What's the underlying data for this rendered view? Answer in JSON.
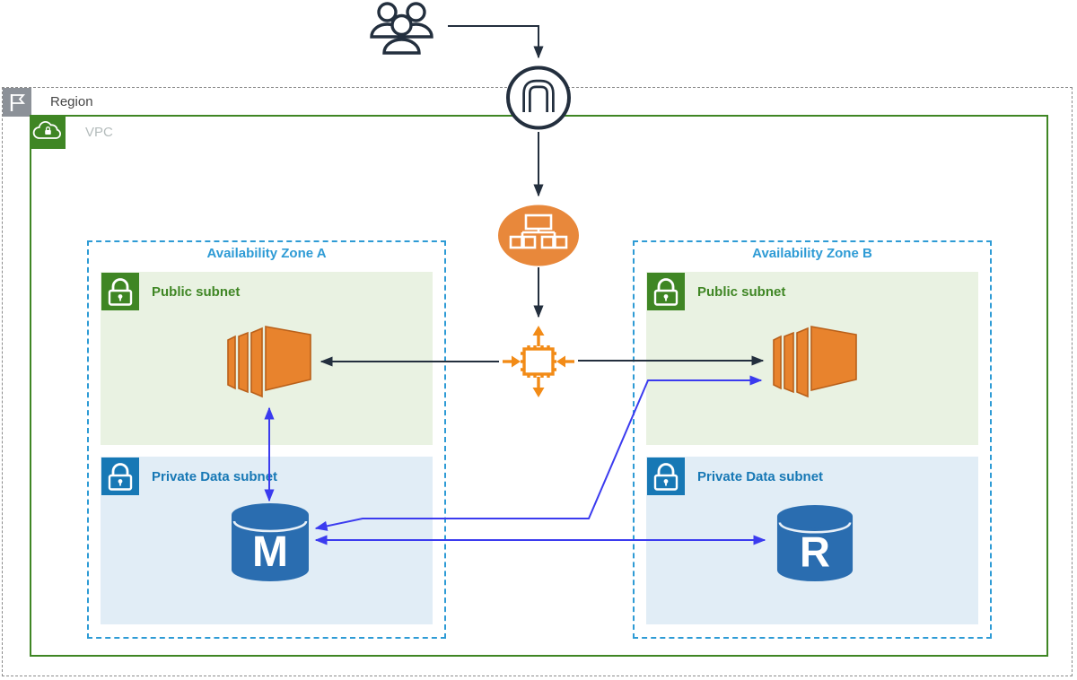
{
  "diagram": {
    "region": {
      "label": "Region",
      "icon": "region-flag-icon"
    },
    "vpc": {
      "label": "VPC",
      "icon": "vpc-cloud-icon"
    },
    "zones": [
      {
        "title": "Availability Zone A",
        "subnets": [
          {
            "label": "Public subnet",
            "type": "public",
            "icon": "lock-icon"
          },
          {
            "label": "Private Data subnet",
            "type": "private",
            "icon": "lock-icon"
          }
        ]
      },
      {
        "title": "Availability Zone B",
        "subnets": [
          {
            "label": "Public subnet",
            "type": "public",
            "icon": "lock-icon"
          },
          {
            "label": "Private Data subnet",
            "type": "private",
            "icon": "lock-icon"
          }
        ]
      }
    ],
    "nodes": {
      "users": {
        "icon": "users-icon"
      },
      "internet_gateway": {
        "icon": "internet-gateway-icon"
      },
      "load_balancer": {
        "icon": "load-balancer-icon"
      },
      "network_interface": {
        "icon": "network-chip-icon"
      },
      "ec2_a": {
        "icon": "ec2-instances-icon"
      },
      "ec2_b": {
        "icon": "ec2-instances-icon"
      },
      "db_primary": {
        "icon": "database-cylinder-icon",
        "letter": "M"
      },
      "db_replica": {
        "icon": "database-cylinder-icon",
        "letter": "R"
      }
    },
    "connections": [
      {
        "from": "users",
        "to": "internet-gateway",
        "color": "dark",
        "bidirectional": false
      },
      {
        "from": "internet-gateway",
        "to": "load-balancer",
        "color": "dark",
        "bidirectional": false
      },
      {
        "from": "load-balancer",
        "to": "network-interface",
        "color": "dark",
        "bidirectional": false
      },
      {
        "from": "network-interface",
        "to": "ec2-a",
        "color": "dark",
        "bidirectional": false
      },
      {
        "from": "network-interface",
        "to": "ec2-b",
        "color": "dark",
        "bidirectional": false
      },
      {
        "from": "ec2-a",
        "to": "db-primary",
        "color": "blue",
        "bidirectional": true
      },
      {
        "from": "ec2-b",
        "to": "db-primary",
        "color": "blue",
        "bidirectional": true
      },
      {
        "from": "db-primary",
        "to": "db-replica",
        "color": "blue",
        "bidirectional": true
      }
    ]
  },
  "colors": {
    "ink": "#232F3E",
    "gray": "#8C9198",
    "region-border": "#8c8c8c",
    "green": "#3F8624",
    "green-fill": "#E9F2E2",
    "az-blue": "#2E9BD5",
    "subnet-blue": "#1778B5",
    "blue-fill": "#E1EDF6",
    "db-blue": "#2A6DB0",
    "arrow-blue": "#3B3BEF",
    "orange": "#E8832D",
    "orange-bright": "#F28B17",
    "elb-orange": "#E8883B"
  }
}
